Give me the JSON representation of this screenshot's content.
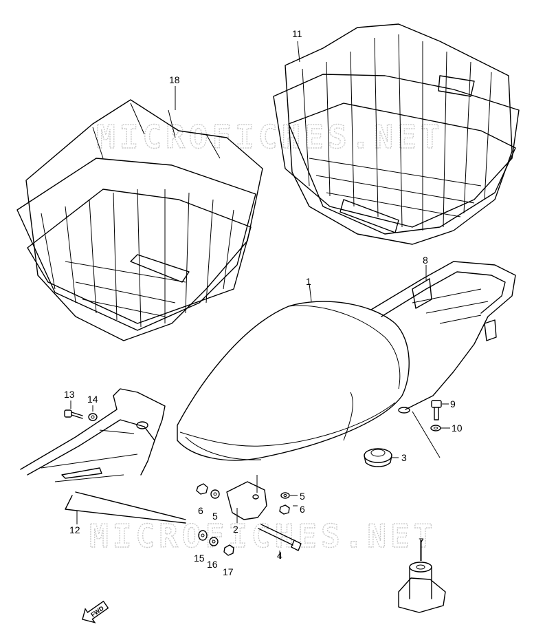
{
  "watermark": {
    "top": "MICROFICHES.NET",
    "bottom": "MICROFICHES.NET"
  },
  "direction_badge": {
    "label": "FWD",
    "icon": "forward-arrow-icon"
  },
  "callouts": [
    {
      "id": "c1",
      "label": "1"
    },
    {
      "id": "c2",
      "label": "2"
    },
    {
      "id": "c3",
      "label": "3"
    },
    {
      "id": "c4",
      "label": "4"
    },
    {
      "id": "c5a",
      "label": "5"
    },
    {
      "id": "c5b",
      "label": "5"
    },
    {
      "id": "c6a",
      "label": "6"
    },
    {
      "id": "c6b",
      "label": "6"
    },
    {
      "id": "c7",
      "label": "7"
    },
    {
      "id": "c8",
      "label": "8"
    },
    {
      "id": "c9",
      "label": "9"
    },
    {
      "id": "c10",
      "label": "10"
    },
    {
      "id": "c11",
      "label": "11"
    },
    {
      "id": "c12",
      "label": "12"
    },
    {
      "id": "c13",
      "label": "13"
    },
    {
      "id": "c14",
      "label": "14"
    },
    {
      "id": "c15",
      "label": "15"
    },
    {
      "id": "c16",
      "label": "16"
    },
    {
      "id": "c17",
      "label": "17"
    },
    {
      "id": "c18",
      "label": "18"
    }
  ]
}
